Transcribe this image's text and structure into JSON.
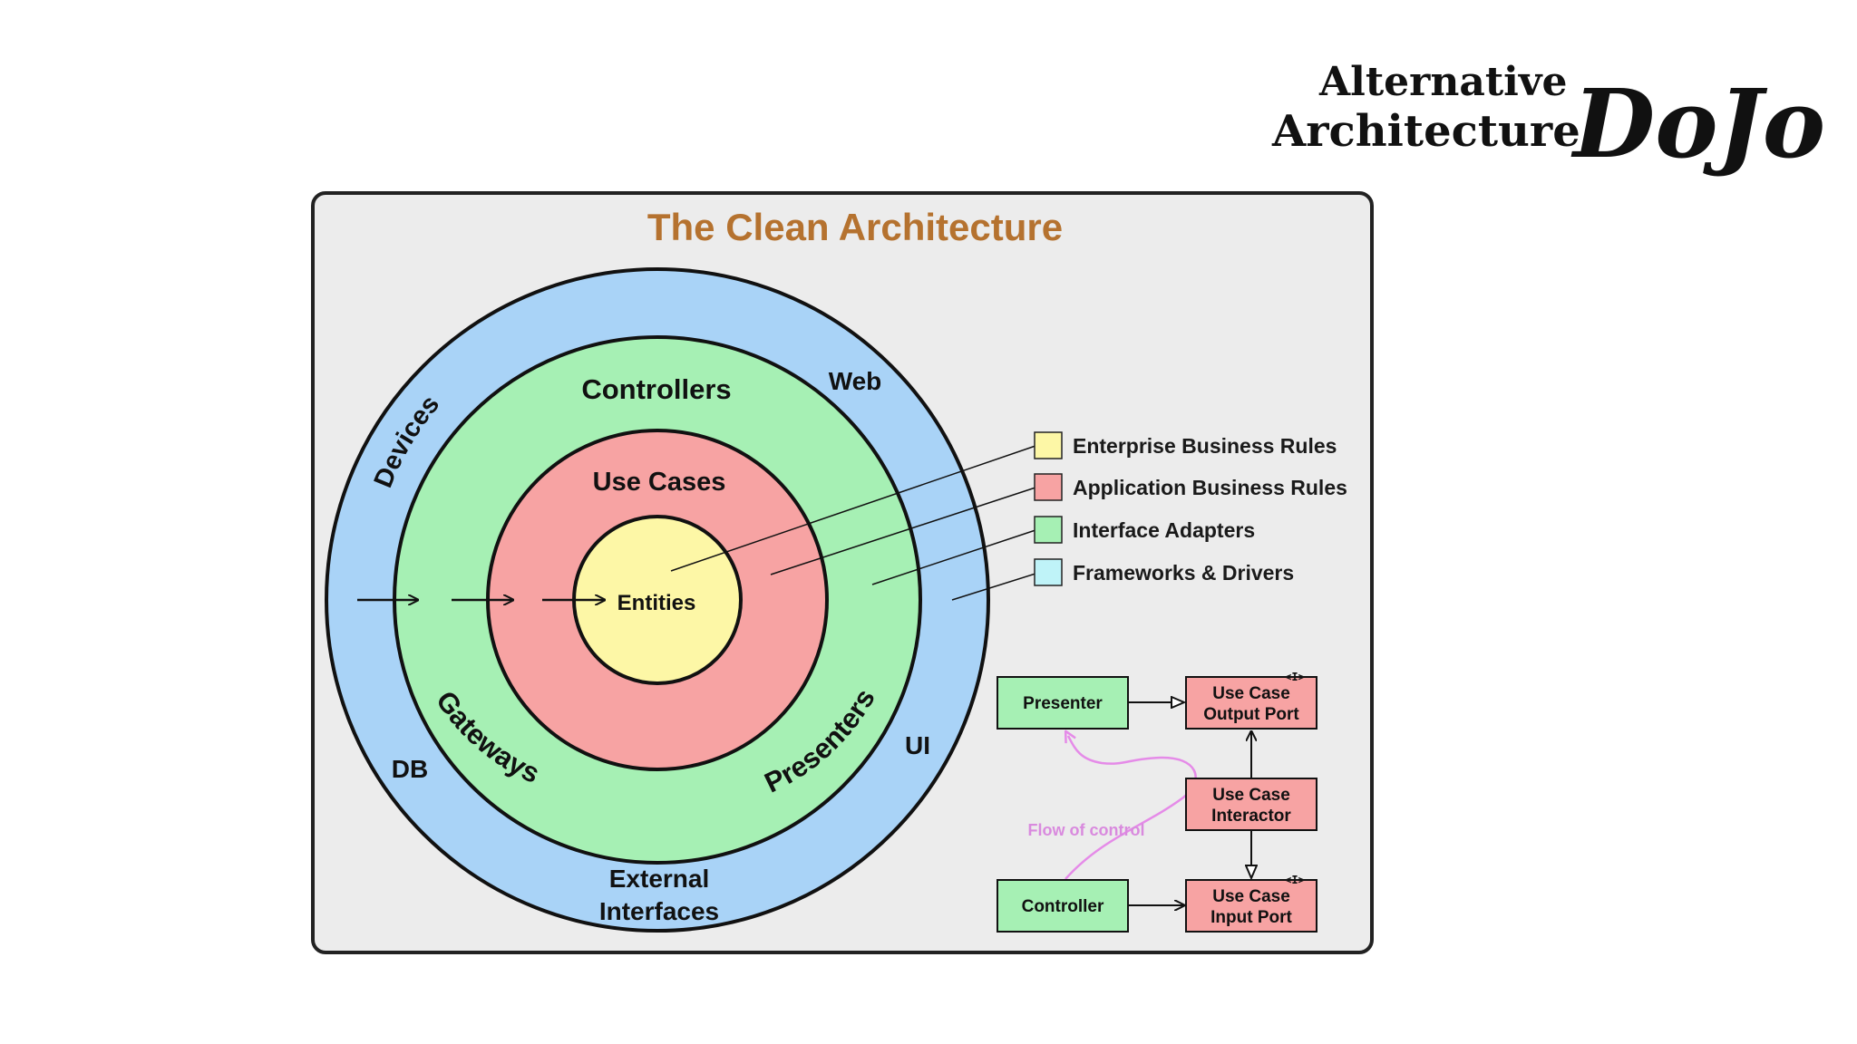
{
  "logo": {
    "line1": "Alternative",
    "line2": "Architecture",
    "word": "DoJo"
  },
  "title": "The Clean Architecture",
  "rings": {
    "outer": {
      "labels": [
        "Devices",
        "Web",
        "DB",
        "UI",
        "External",
        "Interfaces"
      ]
    },
    "adapters": {
      "labels": [
        "Controllers",
        "Gateways",
        "Presenters"
      ]
    },
    "use_cases": {
      "label": "Use Cases"
    },
    "entities": {
      "label": "Entities"
    }
  },
  "legend": [
    {
      "label": "Enterprise Business Rules",
      "color": "#fdf7a6"
    },
    {
      "label": "Application Business Rules",
      "color": "#f7a3a3"
    },
    {
      "label": "Interface Adapters",
      "color": "#a6f0b4"
    },
    {
      "label": "Frameworks & Drivers",
      "color": "#bff3f8"
    }
  ],
  "flow": {
    "presenter": "Presenter",
    "controller": "Controller",
    "output_port_1": "Use Case",
    "output_port_2": "Output Port",
    "interactor_1": "Use Case",
    "interactor_2": "Interactor",
    "input_port_1": "Use Case",
    "input_port_2": "Input Port",
    "interface_tag": "<I>",
    "flow_label": "Flow of control"
  },
  "colors": {
    "frame_bg": "#ececec",
    "outer_ring": "#a9d3f7",
    "adapters_ring": "#a6f0b4",
    "use_cases_ring": "#f7a3a3",
    "entities": "#fdf7a6",
    "title": "#b5722f",
    "flow_line": "#e58be8",
    "flow_text": "#d98ade"
  }
}
